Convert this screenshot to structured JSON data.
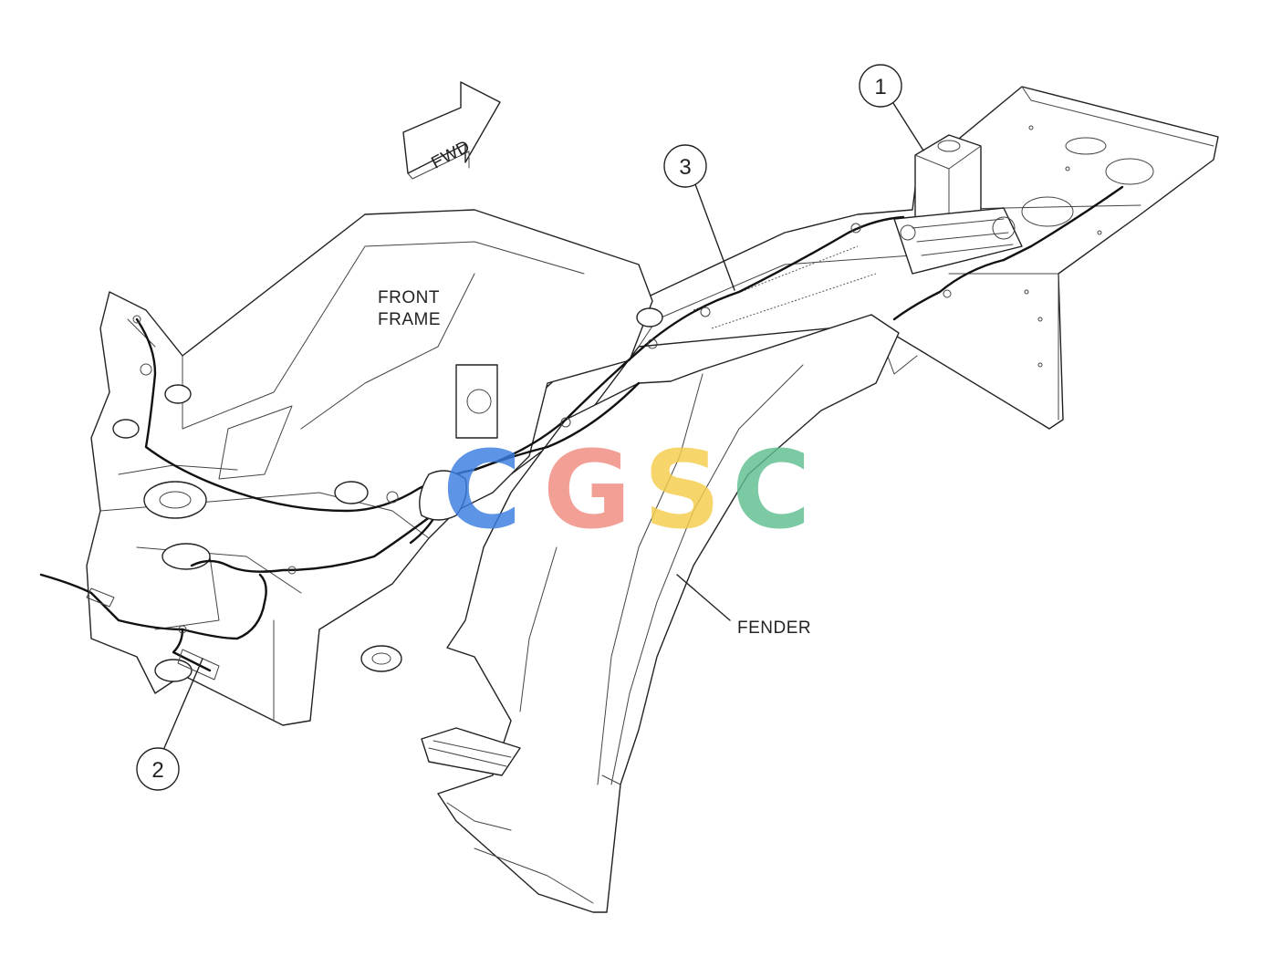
{
  "labels": {
    "fwd": "FWD",
    "front_frame_line1": "FRONT",
    "front_frame_line2": "FRAME",
    "fender": "FENDER"
  },
  "callouts": [
    "1",
    "2",
    "3"
  ],
  "watermark": {
    "letters": [
      "C",
      "G",
      "S",
      "C"
    ],
    "colors": [
      "#3b7de0",
      "#f08a80",
      "#f5cd4a",
      "#5fbf8f"
    ]
  },
  "colors": {
    "line": "#222222",
    "background": "#ffffff"
  }
}
